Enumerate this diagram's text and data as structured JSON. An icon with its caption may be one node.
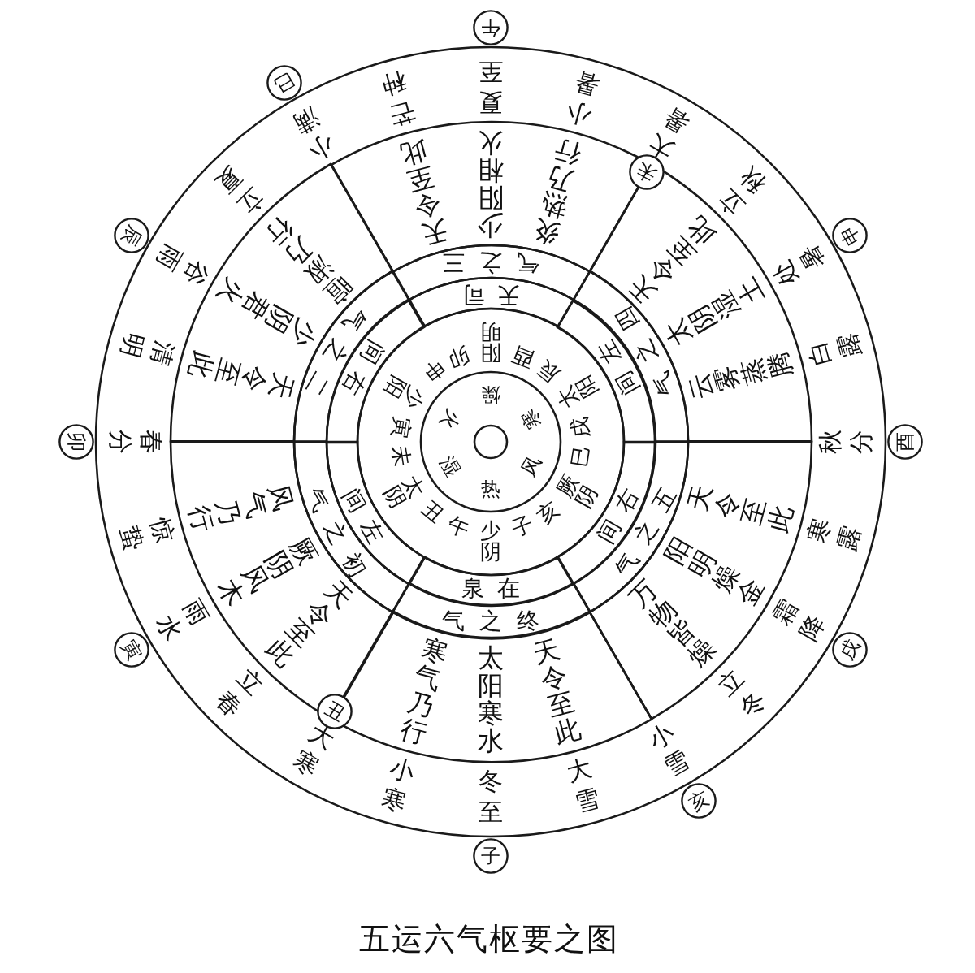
{
  "diagram": {
    "caption": "五运六气枢要之图",
    "nodes": [
      {
        "text": [
          "夏至",
          "小暑",
          "大暑",
          "立秋",
          "处暑",
          "白露",
          "秋分",
          "寒露",
          "霜降",
          "立冬",
          "小雪",
          "大雪",
          "冬至",
          "小寒",
          "大寒",
          "立春",
          "雨水",
          "惊蛰",
          "春分",
          "清明",
          "谷雨",
          "立夏",
          "小满",
          "芒种"
        ]
      },
      {
        "text": [
          "卯",
          "阳明",
          "酉",
          "辰",
          "太阳",
          "戌",
          "巳",
          "厥阴",
          "亥",
          "子",
          "少阴",
          "午",
          "丑",
          "太阴",
          "未",
          "寅",
          "少阳",
          "申"
        ],
        "in": 0
      },
      {
        "text": [
          "燥",
          "寒",
          "风",
          "热",
          "湿",
          "火"
        ],
        "in": 1
      },
      {
        "text": [],
        "shape": "circle",
        "in": 2
      },
      {
        "text": [
          "司天"
        ],
        "in": 0
      },
      {
        "text": [
          "三之气"
        ],
        "in": 0
      },
      {
        "text": [
          "天令至此",
          "少阳相火",
          "炎热乃行"
        ],
        "in": 0
      },
      {
        "text": [
          "左间"
        ],
        "in": 0
      },
      {
        "text": [
          "四之气"
        ],
        "in": 0
      },
      {
        "text": [
          "天令至此",
          "太阴湿土",
          "云雾蒸腾"
        ],
        "in": 0
      },
      {
        "text": [
          "右间"
        ],
        "in": 0
      },
      {
        "text": [
          "五之气"
        ],
        "in": 0
      },
      {
        "text": [
          "天令至此",
          "阳明燥金",
          "万物皆燥"
        ],
        "in": 0
      },
      {
        "text": [
          "在泉"
        ],
        "in": 0
      },
      {
        "text": [
          "终之气"
        ],
        "in": 0
      },
      {
        "text": [
          "天令至此",
          "太阳寒水",
          "寒气乃行"
        ],
        "in": 0
      },
      {
        "text": [
          "左间"
        ],
        "in": 0
      },
      {
        "text": [
          "初之气"
        ],
        "in": 0
      },
      {
        "text": [
          "天令至此",
          "厥阴风木",
          "风气乃行"
        ],
        "in": 0
      },
      {
        "text": [
          "右间"
        ],
        "in": 0
      },
      {
        "text": [
          "二之气"
        ],
        "in": 0
      },
      {
        "text": [
          "天令至此",
          "少阴君火",
          "暄淑乃行"
        ],
        "in": 0
      },
      {
        "text": [
          "午"
        ]
      },
      {
        "text": [
          "未"
        ],
        "in": 0
      },
      {
        "text": [
          "申"
        ]
      },
      {
        "text": [
          "酉"
        ]
      },
      {
        "text": [
          "戌"
        ]
      },
      {
        "text": [
          "亥"
        ]
      },
      {
        "text": [
          "子"
        ]
      },
      {
        "text": [
          "丑"
        ],
        "in": 0
      },
      {
        "text": [
          "寅"
        ]
      },
      {
        "text": [
          "卯"
        ]
      },
      {
        "text": [
          "辰"
        ]
      },
      {
        "text": [
          "巳"
        ]
      }
    ]
  }
}
